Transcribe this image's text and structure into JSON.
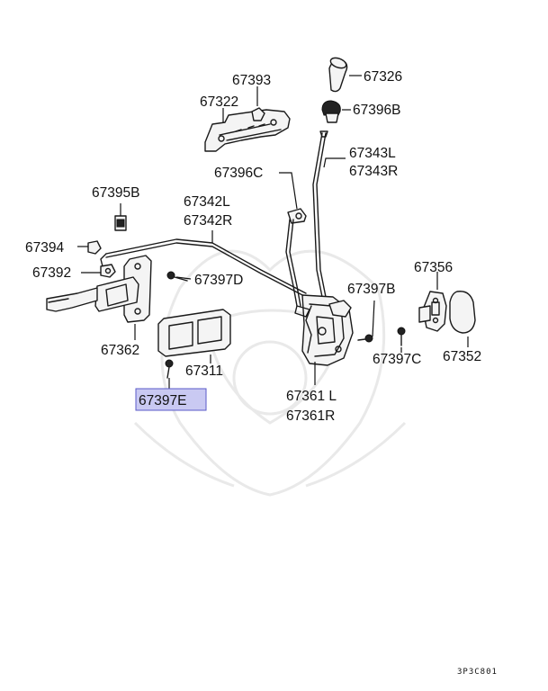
{
  "parts": {
    "p67393": "67393",
    "p67322": "67322",
    "p67326": "67326",
    "p67396B": "67396B",
    "p67343L": "67343L",
    "p67343R": "67343R",
    "p67396C": "67396C",
    "p67395B": "67395B",
    "p67342L": "67342L",
    "p67342R": "67342R",
    "p67394": "67394",
    "p67392": "67392",
    "p67397D": "67397D",
    "p67356": "67356",
    "p67397B": "67397B",
    "p67362": "67362",
    "p67352": "67352",
    "p67397C": "67397C",
    "p67311": "67311",
    "p67397E": "67397E",
    "p67361L": "67361 L",
    "p67361R": "67361R"
  },
  "highlighted_part": "67397E",
  "highlight_color": "#c9c9f2",
  "diagram_code": "3P3C801"
}
